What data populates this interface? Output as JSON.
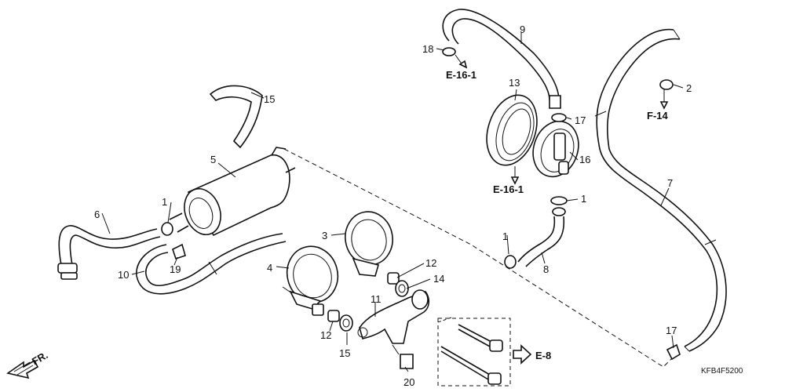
{
  "callouts": [
    {
      "key": "c1a",
      "text": "1"
    },
    {
      "key": "c1b",
      "text": "1"
    },
    {
      "key": "c1c",
      "text": "1"
    },
    {
      "key": "c2",
      "text": "2"
    },
    {
      "key": "c3",
      "text": "3"
    },
    {
      "key": "c4",
      "text": "4"
    },
    {
      "key": "c5",
      "text": "5"
    },
    {
      "key": "c6",
      "text": "6"
    },
    {
      "key": "c7",
      "text": "7"
    },
    {
      "key": "c8",
      "text": "8"
    },
    {
      "key": "c9",
      "text": "9"
    },
    {
      "key": "c10",
      "text": "10"
    },
    {
      "key": "c11",
      "text": "11"
    },
    {
      "key": "c12a",
      "text": "12"
    },
    {
      "key": "c12b",
      "text": "12"
    },
    {
      "key": "c13",
      "text": "13"
    },
    {
      "key": "c14",
      "text": "14"
    },
    {
      "key": "c15a",
      "text": "15"
    },
    {
      "key": "c15b",
      "text": "15"
    },
    {
      "key": "c16",
      "text": "16"
    },
    {
      "key": "c17a",
      "text": "17"
    },
    {
      "key": "c17b",
      "text": "17"
    },
    {
      "key": "c18",
      "text": "18"
    },
    {
      "key": "c19",
      "text": "19"
    },
    {
      "key": "c20",
      "text": "20"
    }
  ],
  "references": {
    "e16_top": "E-16-1",
    "e16_mid": "E-16-1",
    "f14": "F-14",
    "e8": "E-8"
  },
  "direction_label": "FR.",
  "diagram_code": "KFB4F5200"
}
